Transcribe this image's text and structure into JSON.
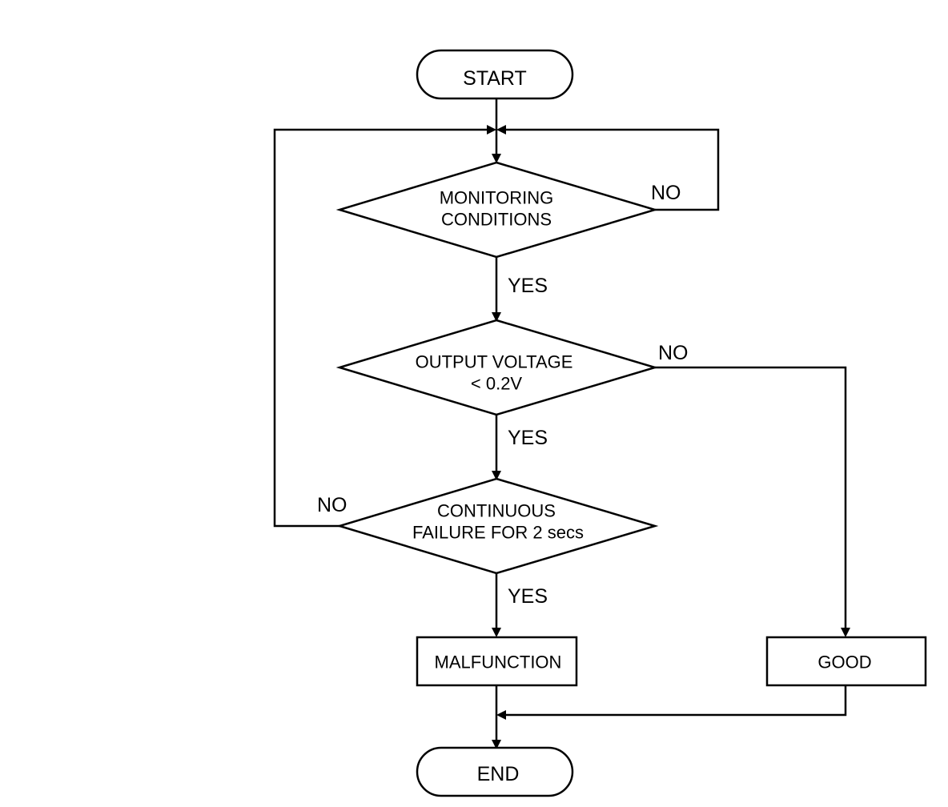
{
  "nodes": {
    "start": "START",
    "monitoring_line1": "MONITORING",
    "monitoring_line2": "CONDITIONS",
    "voltage_line1": "OUTPUT VOLTAGE",
    "voltage_line2": "< 0.2V",
    "failure_line1": "CONTINUOUS",
    "failure_line2": "FAILURE FOR 2 secs",
    "malfunction": "MALFUNCTION",
    "good": "GOOD",
    "end": "END"
  },
  "edge_labels": {
    "monitoring_no": "NO",
    "monitoring_yes": "YES",
    "voltage_no": "NO",
    "voltage_yes": "YES",
    "failure_no": "NO",
    "failure_yes": "YES"
  }
}
